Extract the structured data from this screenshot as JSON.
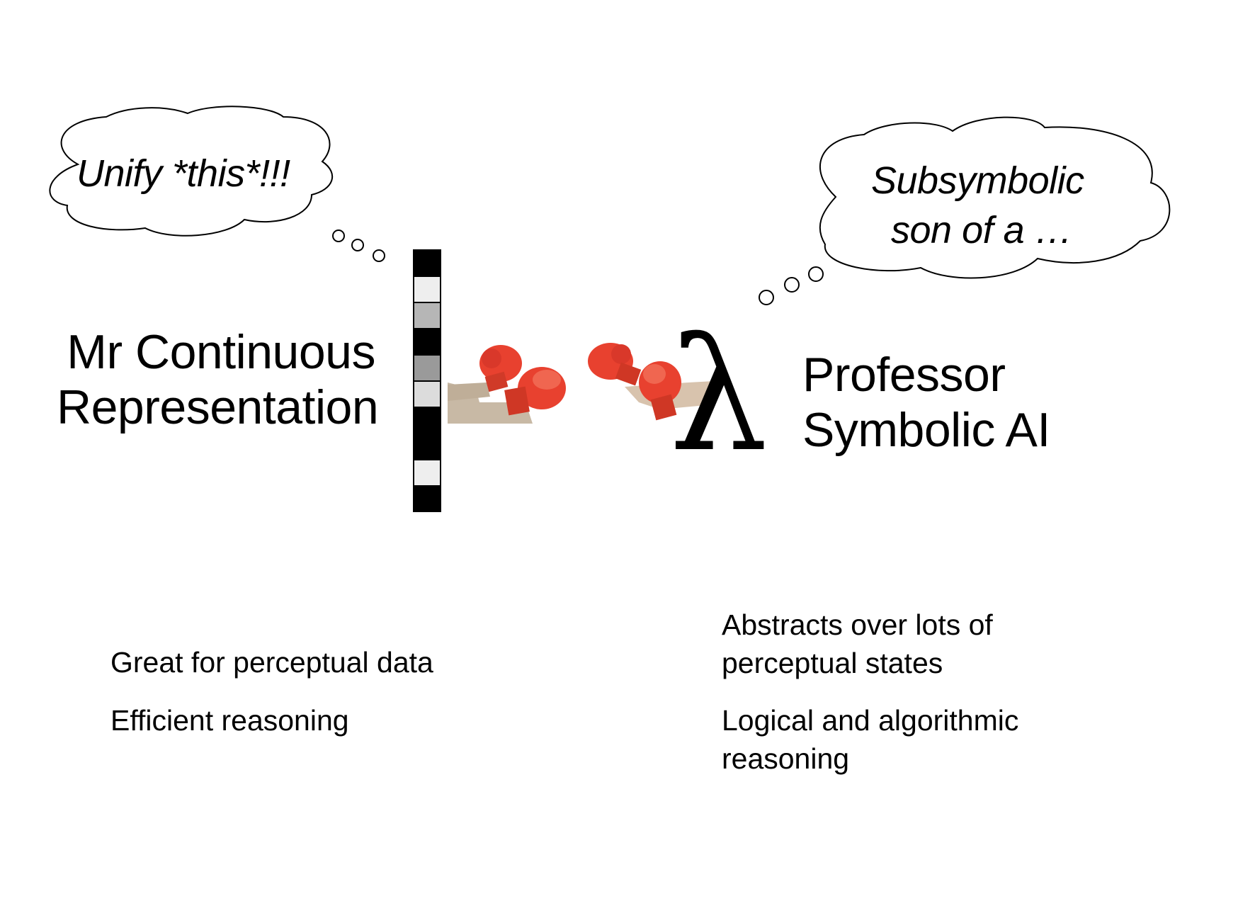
{
  "slide": {
    "left_character": {
      "thought": "Unify *this*!!!",
      "name_lines": [
        "Mr Continuous",
        "Representation"
      ],
      "vector_cells": [
        {
          "shade": "black",
          "color": "#000000"
        },
        {
          "shade": "very-light",
          "color": "#eeeeee"
        },
        {
          "shade": "light-gray",
          "color": "#b6b6b6"
        },
        {
          "shade": "black",
          "color": "#000000"
        },
        {
          "shade": "mid-gray",
          "color": "#9a9a9a"
        },
        {
          "shade": "light",
          "color": "#dcdcdc"
        },
        {
          "shade": "black",
          "color": "#000000"
        },
        {
          "shade": "black",
          "color": "#000000"
        },
        {
          "shade": "very-light",
          "color": "#eeeeee"
        },
        {
          "shade": "black",
          "color": "#000000"
        }
      ],
      "bullets": [
        "Great for perceptual data",
        "Efficient reasoning"
      ]
    },
    "right_character": {
      "thought_lines": [
        "Subsymbolic",
        "son of a …"
      ],
      "symbol": "λ",
      "name_lines": [
        "Professor",
        "Symbolic AI"
      ],
      "bullets": [
        [
          "Abstracts over lots of",
          "perceptual states"
        ],
        [
          "Logical and algorithmic",
          "reasoning"
        ]
      ]
    },
    "center_image": "boxing-gloves",
    "colors": {
      "glove_red": "#e8412f",
      "glove_shadow": "#b8281c",
      "skin": "#cdb8a0"
    }
  }
}
